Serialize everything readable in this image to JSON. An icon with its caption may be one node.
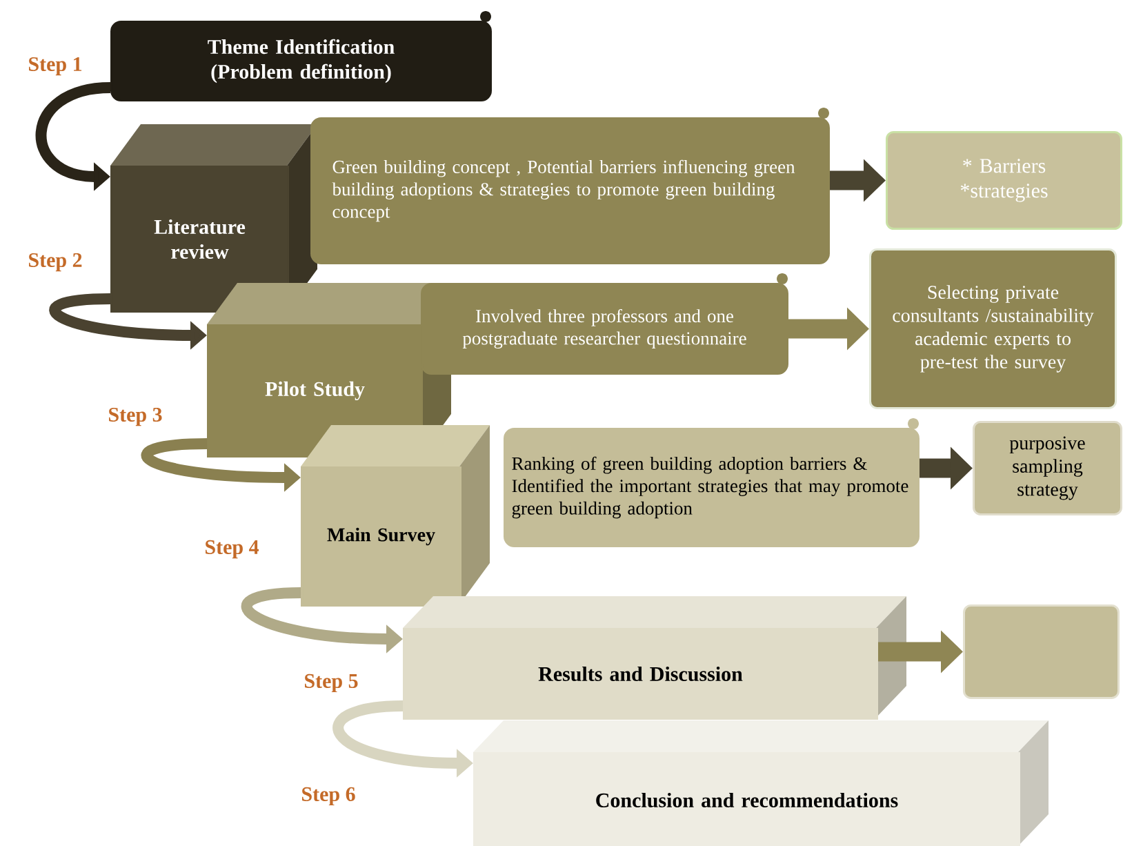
{
  "diagram": {
    "nodes": [
      {
        "text": [
          "Theme Identification (Problem definition)"
        ]
      },
      {
        "text": [
          "Literature review"
        ]
      },
      {
        "text": [
          "Green building concept , Potential barriers influencing green building adoptions & strategies to promote green building concept"
        ]
      },
      {
        "text": [
          "* Barriers *strategies"
        ]
      },
      {
        "text": [
          "Pilot Study"
        ]
      },
      {
        "text": [
          "Involved three professors and one postgraduate researcher questionnaire"
        ]
      },
      {
        "text": [
          "Selecting private consultants /sustainability academic experts to pre-test the survey"
        ]
      },
      {
        "text": [
          "Main Survey"
        ]
      },
      {
        "text": [
          "Ranking of green building adoption barriers & Identified the important strategies that may promote green building adoption"
        ]
      },
      {
        "text": [
          "purposive sampling strategy"
        ]
      },
      {
        "text": [
          "Results and Discussion"
        ]
      },
      {
        "text": [],
        "shape": "box"
      },
      {
        "text": [
          "Conclusion and recommendations"
        ]
      }
    ],
    "edges": [
      {
        "from": 0,
        "to": 1,
        "arrow": "to",
        "color": "#2a2418"
      },
      {
        "from": 2,
        "to": 3,
        "arrow": "to",
        "color": "#4a4430"
      },
      {
        "from": 1,
        "to": 4,
        "arrow": "to",
        "color": "#4a4230"
      },
      {
        "from": 5,
        "to": 6,
        "arrow": "to",
        "color": "#8f8654"
      },
      {
        "from": 4,
        "to": 7,
        "arrow": "to",
        "color": "#8a8050"
      },
      {
        "from": 8,
        "to": 9,
        "arrow": "to",
        "color": "#4a4430"
      },
      {
        "from": 7,
        "to": 10,
        "arrow": "to",
        "color": "#b0aa88"
      },
      {
        "from": 10,
        "to": 11,
        "arrow": "to",
        "color": "#8f8654"
      },
      {
        "from": 10,
        "to": 12,
        "arrow": "to",
        "color": "#d8d5c0"
      }
    ],
    "labels": [
      "Step 1",
      "Step 2",
      "Step 3",
      "Step 4",
      "Step 5",
      "Step 6"
    ]
  }
}
